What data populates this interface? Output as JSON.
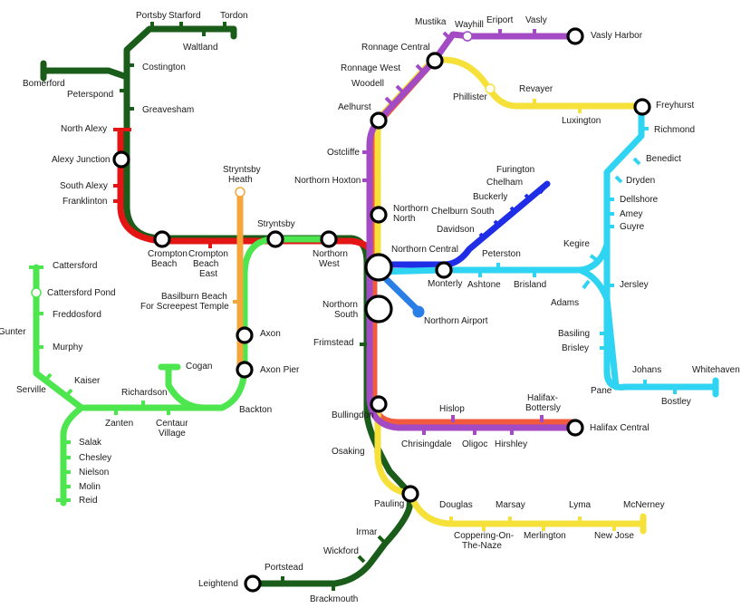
{
  "map": {
    "title": ""
  },
  "colors": {
    "green": "#1a5c1a",
    "lime": "#4ee64e",
    "red": "#e31515",
    "red_orange": "#f25a3f",
    "purple": "#a24bc4",
    "yellow": "#f6e13a",
    "cyan": "#2ed4f2",
    "blue": "#1f2ee6",
    "airport_blue": "#2a7fe6",
    "orange": "#f5a63a"
  },
  "stations": {
    "portsby": "Portsby",
    "starford": "Starford",
    "tordon": "Tordon",
    "waltland": "Waltland",
    "bomerford": "Bomerford",
    "costington": "Costington",
    "petersopond": "Peterspond",
    "greavesham": "Greavesham",
    "north_alexy": "North Alexy",
    "alexy_junction": "Alexy Junction",
    "south_alexy": "South Alexy",
    "franklinton": "Franklinton",
    "crompton_beach": "Crompton Beach",
    "crompton_beach_east": "Crompton Beach East",
    "stryntsby_heath": "Stryntsby Heath",
    "stryntsby": "Stryntsby",
    "northorn_west": "Northorn West",
    "cattersford": "Cattersford",
    "cattersford_pond": "Cattersford Pond",
    "freddosford": "Freddosford",
    "gunter": "Gunter",
    "murphy": "Murphy",
    "serville": "Serville",
    "kaiser": "Kaiser",
    "richardson": "Richardson",
    "cogan": "Cogan",
    "basilburn_beach": "Basilburn Beach For Screepest Temple",
    "axon": "Axon",
    "axon_pier": "Axon Pier",
    "backton": "Backton",
    "zanten": "Zanten",
    "centaur_village": "Centaur Village",
    "salak": "Salak",
    "chesley": "Chesley",
    "nielson": "Nielson",
    "molin": "Molin",
    "reid": "Reid",
    "mustika": "Mustika",
    "wayhill": "Wayhill",
    "eriport": "Eriport",
    "vasly": "Vasly",
    "vasly_harbor": "Vasly Harbor",
    "ronnage_central": "Ronnage Central",
    "ronnage_west": "Ronnage West",
    "woodell": "Woodell",
    "aelhurst": "Aelhurst",
    "phillister": "Phillister",
    "revayer": "Revayer",
    "luxington": "Luxington",
    "freyhurst": "Freyhurst",
    "richmond": "Richmond",
    "benedict": "Benedict",
    "dryden": "Dryden",
    "dellshore": "Dellshore",
    "amey": "Amey",
    "guyre": "Guyre",
    "ostcliffe": "Ostcliffe",
    "northorn_hoxton": "Northorn Hoxton",
    "northorn_north": "Northorn North",
    "northorn_central": "Northorn Central",
    "northorn_south": "Northorn South",
    "northorn_airport": "Northorn Airport",
    "furington": "Furington",
    "chelham": "Chelham",
    "buckerly": "Buckerly",
    "chelburn_south": "Chelburn South",
    "davidson": "Davidson",
    "peterston": "Peterston",
    "monterly": "Monterly",
    "ashtone": "Ashtone",
    "brisland": "Brisland",
    "kegire": "Kegire",
    "adams": "Adams",
    "jersley": "Jersley",
    "basiling": "Basiling",
    "brisley": "Brisley",
    "pane": "Pane",
    "johans": "Johans",
    "bostley": "Bostley",
    "whitehaven": "Whitehaven",
    "frimstead": "Frimstead",
    "bullingdon": "Bullingdon",
    "hislop": "Hislop",
    "halifax_bottersly": "Halifax-Bottersly",
    "halifax_central": "Halifax Central",
    "chrisingdale": "Chrisingdale",
    "oligoc": "Oligoc",
    "hirshley": "Hirshley",
    "osaking": "Osaking",
    "pauling": "Pauling",
    "douglas": "Douglas",
    "marsay": "Marsay",
    "lyma": "Lyma",
    "mcnerney": "McNerney",
    "coppering_on_the_naze": "Coppering-On-The-Naze",
    "merlington": "Merlington",
    "new_jose": "New Jose",
    "irmar": "Irmar",
    "wickford": "Wickford",
    "portstead": "Portstead",
    "leightend": "Leightend",
    "brackmouth": "Brackmouth"
  }
}
